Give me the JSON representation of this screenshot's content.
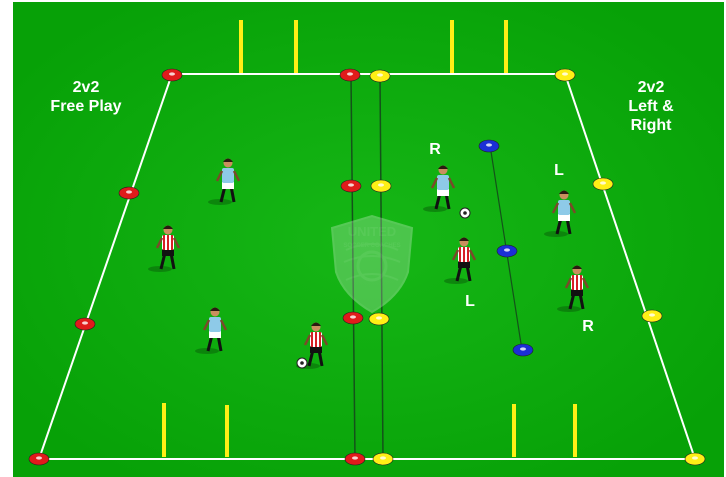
{
  "labels": {
    "left_title_line1": "2v2",
    "left_title_line2": "Free Play",
    "right_title_line1": "2v2",
    "right_title_line2": "Left &",
    "right_title_line3": "Right",
    "r_top": "R",
    "l_top": "L",
    "l_mid": "L",
    "r_mid": "R"
  },
  "watermark": {
    "text_line1": "UNITED",
    "text_line2": "SOCCER COACHES"
  },
  "colors": {
    "field": "#06a406",
    "line": "#ffffff",
    "cone_red": "#e01b1b",
    "cone_yellow": "#ffef16",
    "cone_blue": "#1b2fd6",
    "pole": "#ffef16",
    "player_blue": "#8ecae8",
    "player_red": "#d61f26"
  }
}
